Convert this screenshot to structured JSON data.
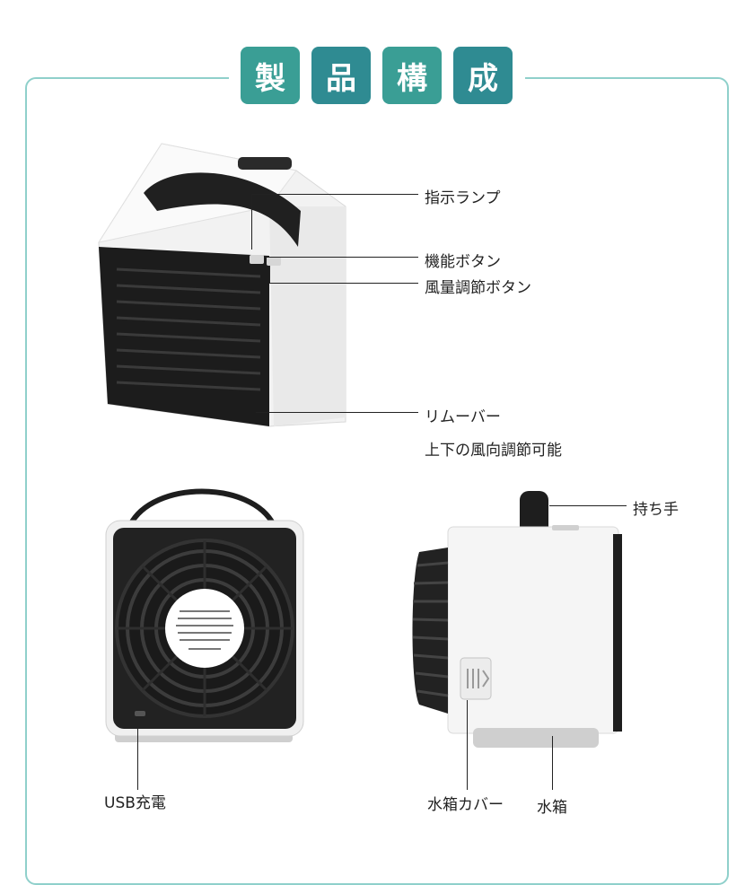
{
  "title": {
    "chars": [
      "製",
      "品",
      "構",
      "成"
    ],
    "colors": [
      "#3a9e95",
      "#2f8b92",
      "#3a9e95",
      "#2f8b92"
    ]
  },
  "labels": {
    "indicator_lamp": "指示ランプ",
    "function_button": "機能ボタン",
    "fan_speed_button": "風量調節ボタン",
    "louver": "リムーバー",
    "louver_note": "上下の風向調節可能",
    "handle": "持ち手",
    "usb_charge": "USB充電",
    "water_tank_cover": "水箱カバー",
    "water_tank": "水箱"
  },
  "colors": {
    "frame": "#8fd0cb",
    "body": "#f4f4f4",
    "dark": "#1e1e1e"
  }
}
